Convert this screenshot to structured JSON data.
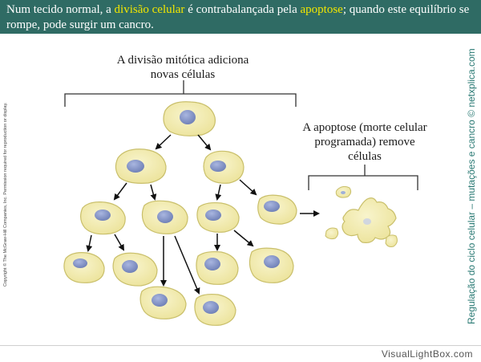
{
  "header": {
    "part1": "Num tecido normal, a ",
    "highlight1": "divisão celular",
    "part2": " é contrabalançada pela ",
    "highlight2": "apoptose",
    "part3": "; quando este equilíbrio se rompe, pode surgir um cancro."
  },
  "captions": {
    "mitosis_line1": "A divisão mitótica adiciona",
    "mitosis_line2": "novas células",
    "apoptosis_line1": "A apoptose (morte celular",
    "apoptosis_line2": "programada) remove",
    "apoptosis_line3": "células"
  },
  "side": {
    "copyright": "Copyright © The McGraw-Hill Companies, Inc. Permission required for reproduction or display.",
    "title": "Regulação do ciclo celular – mutações e cancro © netxplica.com"
  },
  "footer": {
    "watermark": "VisualLightBox.com"
  },
  "colors": {
    "header_bg": "#2f6b64",
    "highlight": "#f2e600",
    "cell_fill": "#f1ebaa",
    "cell_stroke": "#c9bf6a",
    "nucleus": "#7f8fc0",
    "side_title": "#2a7a74"
  }
}
